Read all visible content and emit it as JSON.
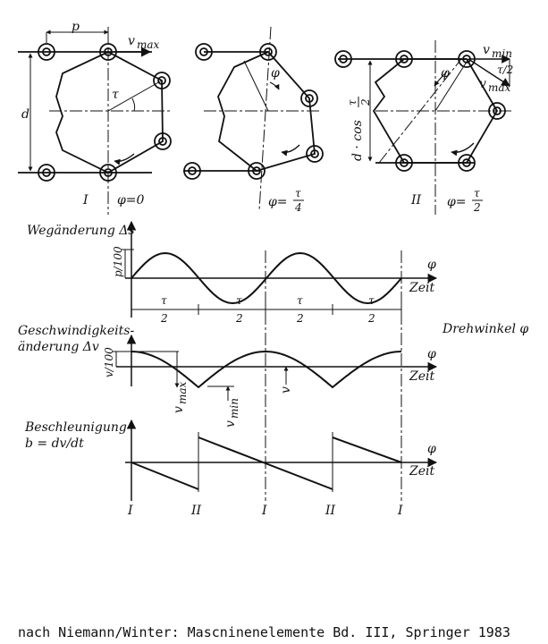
{
  "top": {
    "p_label": "p",
    "vmax_label": "v",
    "vmax_sub": "max",
    "vmin_label": "v",
    "vmin_sub": "min",
    "tau_label": "τ",
    "tau_half_label": "τ/2",
    "vmax2_label": "v",
    "vmax2_sub": "max",
    "d_label": "d",
    "d_cos_label": "d · cos",
    "d_cos_frac_num": "τ",
    "d_cos_frac_den": "2",
    "phi_label": "φ",
    "pos1_roman": "I",
    "pos1_angle": "φ=0",
    "pos2_angle": "φ=",
    "pos2_frac_num": "τ",
    "pos2_frac_den": "4",
    "pos3_roman": "II",
    "pos3_angle": "φ=",
    "pos3_frac_num": "τ",
    "pos3_frac_den": "2"
  },
  "graph1": {
    "title": "Wegänderung Δs",
    "y_scale": "p/100",
    "phi": "φ",
    "zeit": "Zeit",
    "tau": "τ",
    "two": "2"
  },
  "graph2": {
    "title_line1": "Geschwindigkeits-",
    "title_line2": "änderung Δv",
    "drehwinkel": "Drehwinkel φ",
    "y_scale": "v/100",
    "phi": "φ",
    "zeit": "Zeit",
    "vmax": "v",
    "vmax_sub": "max",
    "vmin": "v",
    "vmin_sub": "min",
    "v": "v"
  },
  "graph3": {
    "title_line1": "Beschleunigung",
    "title_line2": "b = dv/dt",
    "phi": "φ",
    "zeit": "Zeit",
    "positions": [
      "I",
      "II",
      "I",
      "II",
      "I"
    ]
  },
  "footer": "nach Niemann/Winter: Mascninenelemente Bd. III, Springer 1983"
}
